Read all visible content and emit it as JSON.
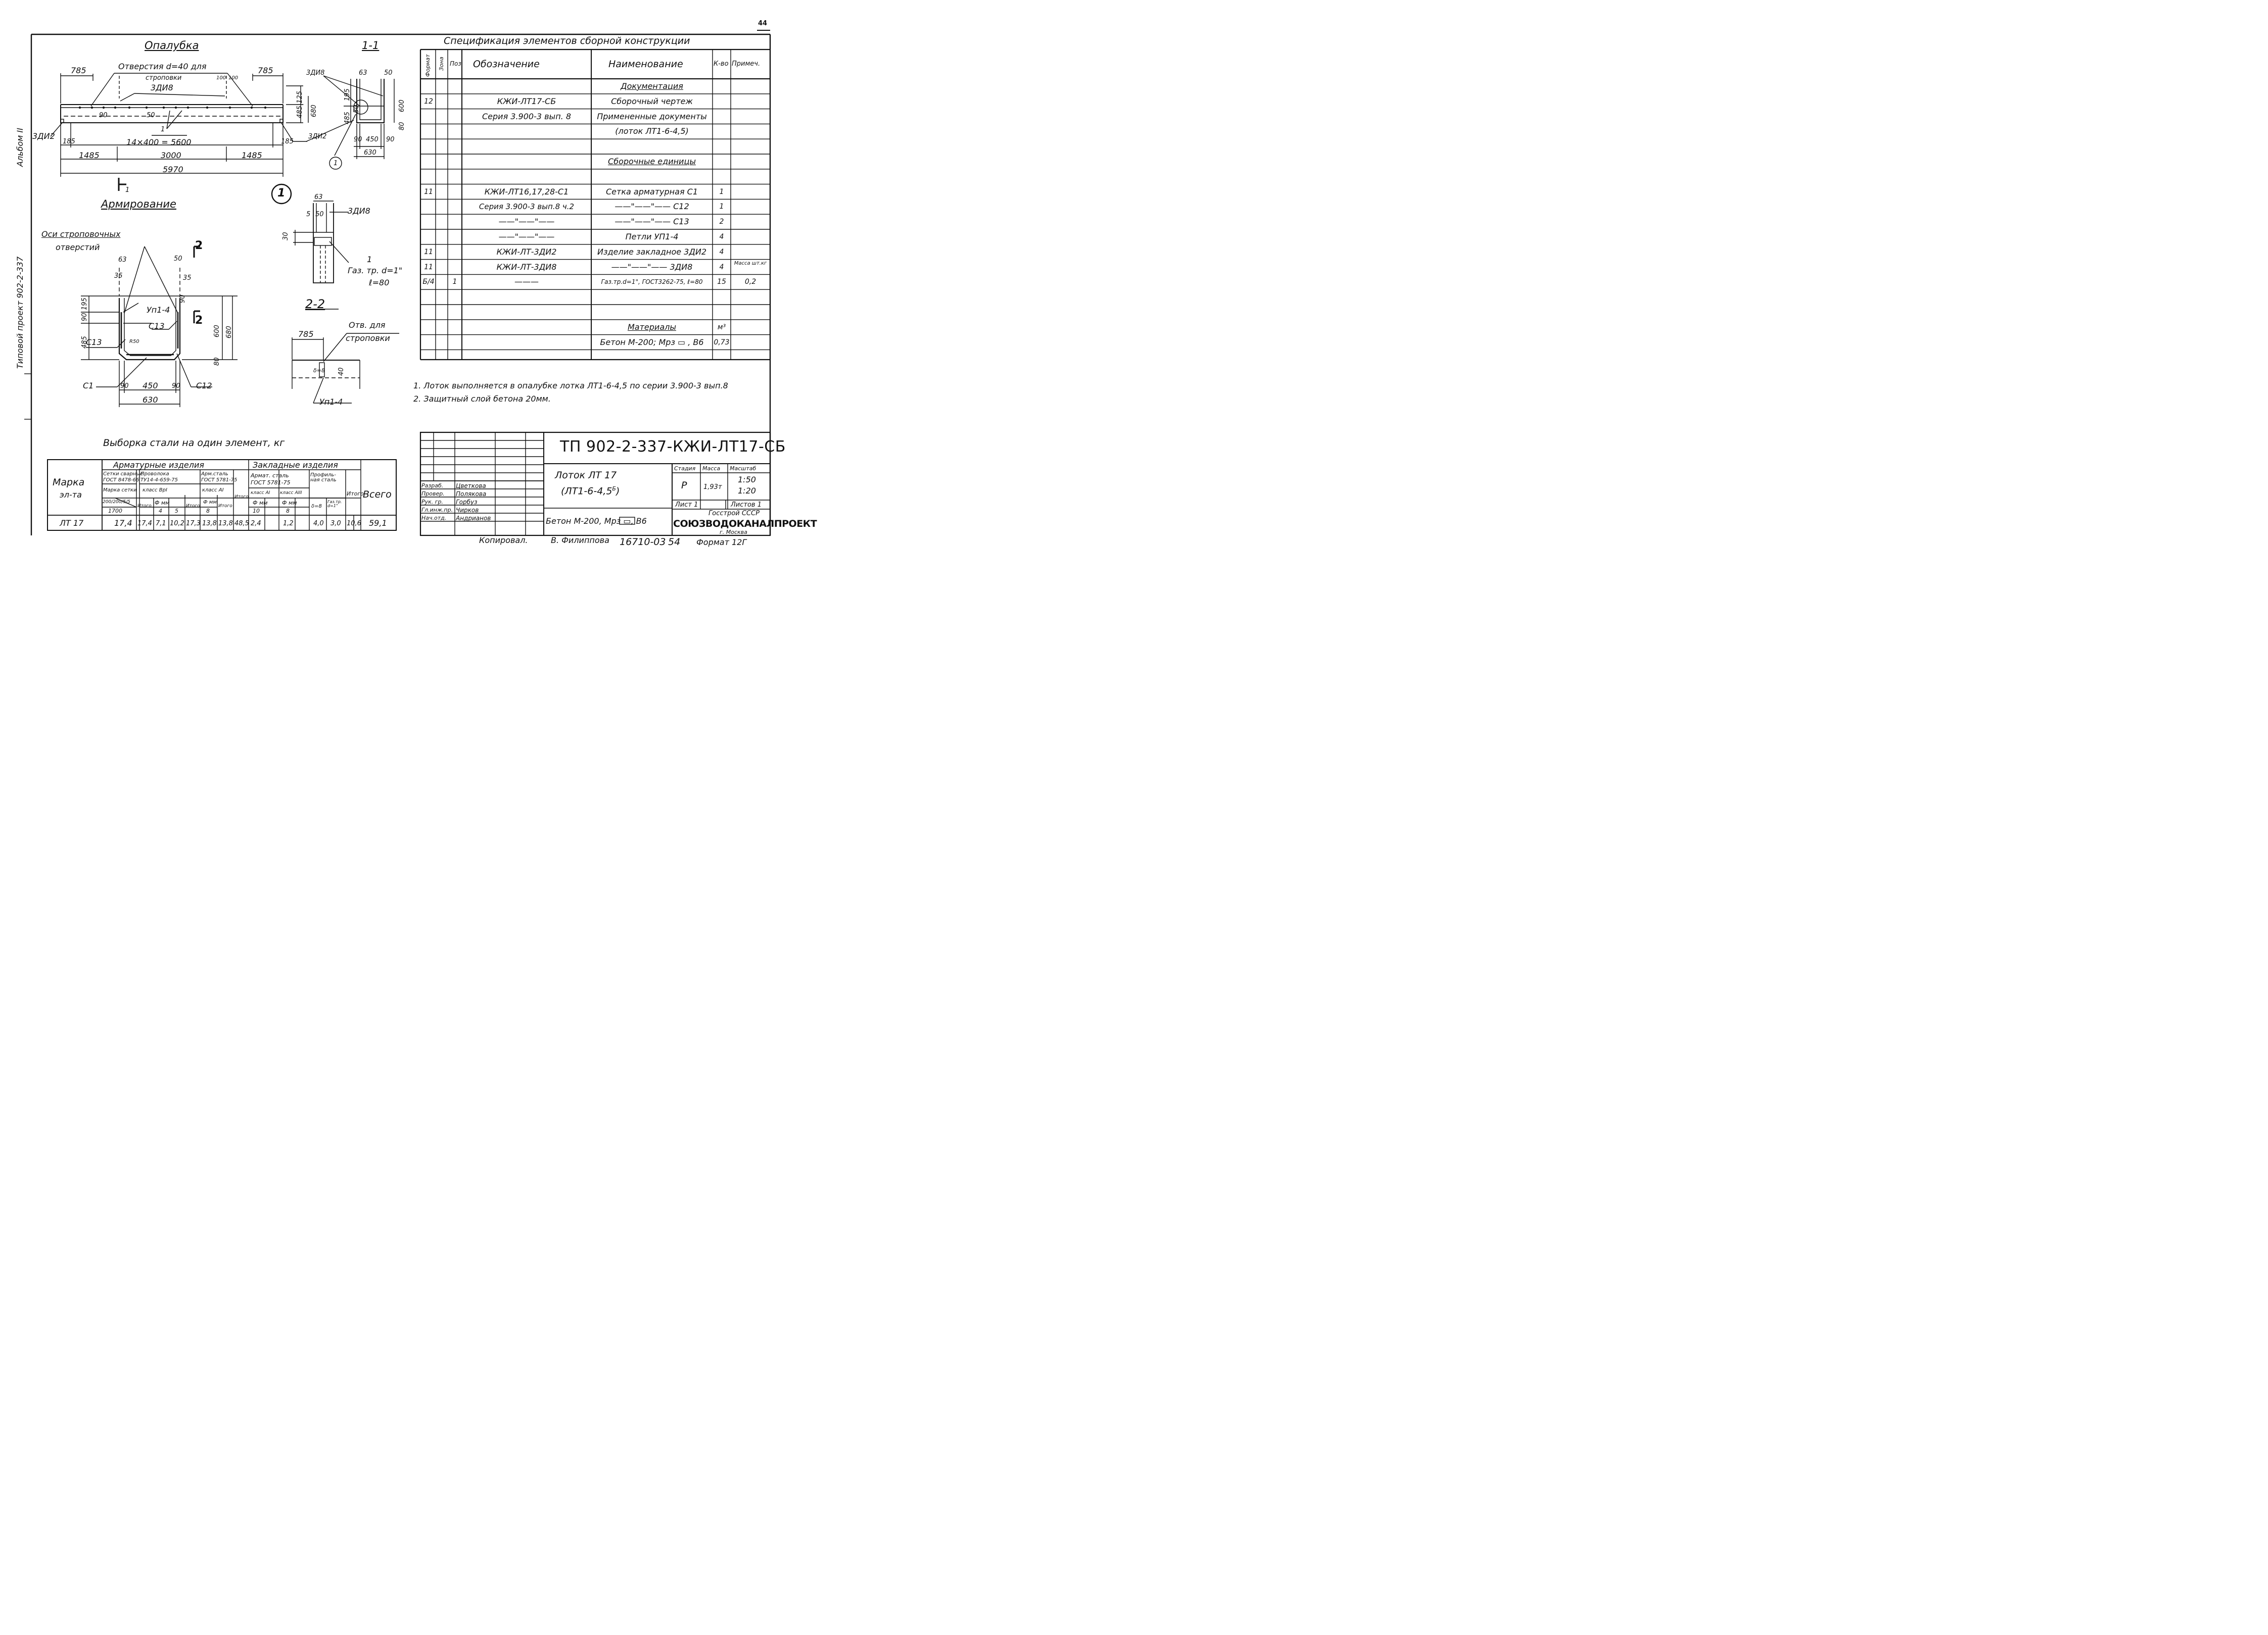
{
  "formwork": {
    "title": "Опалубка",
    "hole_note_line1": "Отверстия d=40 для",
    "hole_note_line2": "строповки",
    "dim_785_left": "785",
    "dim_785_right": "785",
    "dim_100a": "100",
    "dim_100b": "100",
    "mark_zdi8": "3ДИ8",
    "mark_zdi2": "3ДИ2",
    "dim_90": "90",
    "dim_50": "50",
    "section_mark": "1",
    "span_dim": "14×400 = 5600",
    "dim_185_left": "185",
    "dim_185_right": "185",
    "dim_1485_left": "1485",
    "dim_3000": "3000",
    "dim_1485_right": "1485",
    "dim_5970": "5970",
    "dim_485_125": "485|125",
    "dim_680": "680",
    "cut_label": "1"
  },
  "section11": {
    "title": "1-1",
    "mark_zdi8": "3ДИ8",
    "mark_zdi2": "3ДИ2",
    "d63": "63",
    "d50": "50",
    "d195": "195",
    "d485": "485",
    "d50b": "50",
    "d600": "600",
    "d80": "80",
    "d90a": "90",
    "d450": "450",
    "d90b": "90",
    "d630": "630",
    "callout": "1"
  },
  "detail_marker": "1",
  "reinforcement": {
    "title": "Армирование",
    "axes_note_line1": "Оси строповочных",
    "axes_note_line2": "отверстий",
    "d63": "63",
    "d50": "50",
    "d35a": "35",
    "d35b": "35",
    "d195": "195",
    "d90a": "90",
    "d90b": "90",
    "d485": "485",
    "d600": "600",
    "d680": "680",
    "d80": "80",
    "up": "Уп1-4",
    "c13a": "С13",
    "c13b": "С13",
    "r50": "R50",
    "c1": "С1",
    "c12": "С12",
    "d90c": "90",
    "d450": "450",
    "d90d": "90",
    "d630": "630",
    "cut2": "2"
  },
  "detail1": {
    "d63": "63",
    "d5": "5",
    "d50": "50",
    "d30": "30",
    "mark": "3ДИ8",
    "pos": "1",
    "pipe_line1": "Газ. тр. d=1\"",
    "pipe_line2": "ℓ=80"
  },
  "section22": {
    "title": "2-2",
    "d785": "785",
    "hole_line1": "Отв. для",
    "hole_line2": "строповки",
    "d8": "δ=8",
    "d40": "40",
    "up": "Уп1-4"
  },
  "margin_text": {
    "album": "Альбом II",
    "project": "Типовой проект 902-2-337"
  },
  "spec": {
    "title": "Спецификация элементов сборной конструкции",
    "headers": {
      "format": "Формат",
      "zone": "Зона",
      "pos": "Поз",
      "designation": "Обозначение",
      "name": "Наименование",
      "qty": "К-во",
      "note": "Примеч."
    },
    "rows": [
      {
        "format": "",
        "zone": "",
        "pos": "",
        "designation": "",
        "name": "Документация",
        "qty": "",
        "note": "",
        "underline": true
      },
      {
        "format": "12",
        "zone": "",
        "pos": "",
        "designation": "КЖИ-ЛТ17-СБ",
        "name": "Сборочный чертеж",
        "qty": "",
        "note": ""
      },
      {
        "format": "",
        "zone": "",
        "pos": "",
        "designation": "Серия 3.900-3 вып. 8",
        "name": "Примененные документы",
        "qty": "",
        "note": ""
      },
      {
        "format": "",
        "zone": "",
        "pos": "",
        "designation": "",
        "name": "(лоток ЛТ1-6-4,5)",
        "qty": "",
        "note": ""
      },
      {
        "format": "",
        "zone": "",
        "pos": "",
        "designation": "",
        "name": "",
        "qty": "",
        "note": ""
      },
      {
        "format": "",
        "zone": "",
        "pos": "",
        "designation": "",
        "name": "Сборочные единицы",
        "qty": "",
        "note": "",
        "underline": true
      },
      {
        "format": "",
        "zone": "",
        "pos": "",
        "designation": "",
        "name": "",
        "qty": "",
        "note": ""
      },
      {
        "format": "11",
        "zone": "",
        "pos": "",
        "designation": "КЖИ-ЛТ16,17,28-С1",
        "name": "Сетка арматурная С1",
        "qty": "1",
        "note": ""
      },
      {
        "format": "",
        "zone": "",
        "pos": "",
        "designation": "Серия 3.900-3 вып.8 ч.2",
        "name": "——\"——\"—— С12",
        "qty": "1",
        "note": ""
      },
      {
        "format": "",
        "zone": "",
        "pos": "",
        "designation": "——\"——\"——",
        "name": "——\"——\"—— С13",
        "qty": "2",
        "note": ""
      },
      {
        "format": "",
        "zone": "",
        "pos": "",
        "designation": "——\"——\"——",
        "name": "Петли УП1-4",
        "qty": "4",
        "note": ""
      },
      {
        "format": "11",
        "zone": "",
        "pos": "",
        "designation": "КЖИ-ЛТ-3ДИ2",
        "name": "Изделие закладное 3ДИ2",
        "qty": "4",
        "note": ""
      },
      {
        "format": "11",
        "zone": "",
        "pos": "",
        "designation": "КЖИ-ЛТ-3ДИ8",
        "name": "——\"——\"—— 3ДИ8",
        "qty": "4",
        "note": "Масса шт.кг"
      },
      {
        "format": "Б/4",
        "zone": "",
        "pos": "1",
        "designation": "———",
        "name": "Газ.тр.d=1\", ГОСТ3262-75, ℓ=80",
        "qty": "15",
        "note": "0,2"
      },
      {
        "format": "",
        "zone": "",
        "pos": "",
        "designation": "",
        "name": "",
        "qty": "",
        "note": ""
      },
      {
        "format": "",
        "zone": "",
        "pos": "",
        "designation": "",
        "name": "",
        "qty": "",
        "note": ""
      },
      {
        "format": "",
        "zone": "",
        "pos": "",
        "designation": "",
        "name": "Материалы",
        "qty": "м³",
        "note": "",
        "underline": true
      },
      {
        "format": "",
        "zone": "",
        "pos": "",
        "designation": "",
        "name": "Бетон М-200; Мрз ▭ , В6",
        "qty": "0,73",
        "note": ""
      },
      {
        "format": "",
        "zone": "",
        "pos": "",
        "designation": "",
        "name": "",
        "qty": "",
        "note": ""
      }
    ]
  },
  "notes": {
    "n1": "1. Лоток выполняется в опалубке лотка ЛТ1-6-4,5 по серии 3.900-3 вып.8",
    "n2": "2. Защитный слой бетона 20мм."
  },
  "steel": {
    "title": "Выборка стали на один элемент, кг",
    "mark_header_line1": "Марка",
    "mark_header_line2": "эл-та",
    "arm_items": "Арматурные изделия",
    "emb_items": "Закладные изделия",
    "mesh_weld": "Сетки сварные",
    "mesh_gost": "ГОСТ 8478-66",
    "wire": "Проволока",
    "wire_tu": "ТУ14-4-659-75",
    "arm_steel": "Арм.сталь",
    "arm_gost": "ГОСТ 5781-75",
    "mesh_mark": "Марка сетки",
    "wire_class": "класс ВрI",
    "arm_class": "класс АI",
    "mesh_spec": "200/200/5/5",
    "mesh_w": "1700",
    "itogo": "Итого",
    "phi_mm": "Ф мм",
    "d4": "4",
    "d5": "5",
    "d8": "8",
    "emb_arm": "Армат. сталь",
    "emb_gost": "ГОСТ 5781-75",
    "profile": "Профиль-ная сталь",
    "emb_class1": "класс АI",
    "emb_class2": "класс АIII",
    "phi_mm2": "Ф мм",
    "phi_mm3": "Ф мм",
    "d10": "10",
    "d8b": "8",
    "delta8": "δ=8",
    "gas": "Газ.тр. d=1\"",
    "total": "Всего",
    "row": {
      "mark": "ЛТ 17",
      "mesh": "17,4",
      "it1": "17,4",
      "w4": "7,1",
      "w5": "10,2",
      "it2": "17,3",
      "a8": "13,8",
      "it3": "13,8",
      "it4": "48,5",
      "e10": "2,4",
      "e8": "1,2",
      "p8": "4,0",
      "gas_v": "3,0",
      "it5": "10,6",
      "all": "59,1"
    }
  },
  "stamp": {
    "code": "ТП 902-2-337-КЖИ-ЛТ17-СБ",
    "name_line1": "Лоток ЛТ 17",
    "name_line2": "(ЛТ1-6-4,5",
    "name_sup": "Б",
    "name_close": ")",
    "concrete": "Бетон М-200, Мрз ▭, В6",
    "stage_h": "Стадия",
    "mass_h": "Масса",
    "scale_h": "Масштаб",
    "stage": "Р",
    "mass": "1,93т",
    "scale1": "1:50",
    "scale2": "1:20",
    "sheet": "Лист 1",
    "sheets": "Листов 1",
    "agency": "Госстрой СССР",
    "org": "СОЮЗВОДОКАНАЛПРОЕКТ",
    "city": "г. Москва",
    "people": [
      {
        "role": "Разраб.",
        "name": "Цветкова"
      },
      {
        "role": "Провер.",
        "name": "Полякова"
      },
      {
        "role": "Рук. гр.",
        "name": "Горбуз"
      },
      {
        "role": "Гл.инж.пр.",
        "name": "Чирков"
      },
      {
        "role": "Нач.отд.",
        "name": "Андрианов"
      }
    ]
  },
  "footer": {
    "copied": "Копировал.",
    "copier": "В. Филиппова",
    "number": "16710-03",
    "sheet_no": "54",
    "format": "Формат 12Г"
  },
  "corner_number": "44"
}
